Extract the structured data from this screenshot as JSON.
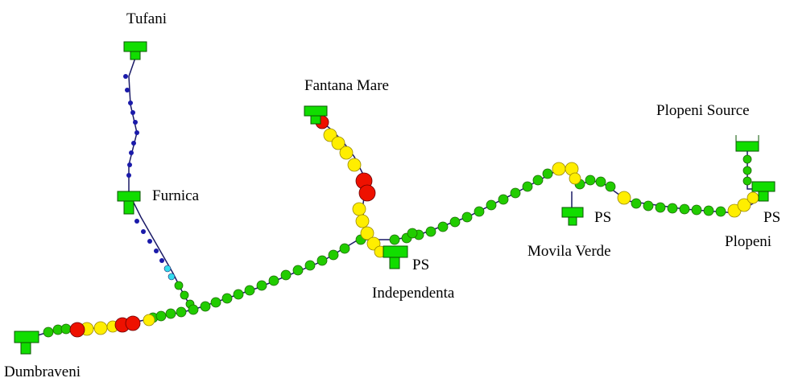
{
  "labels": {
    "tufani": "Tufani",
    "fantana_mare": "Fantana Mare",
    "plopeni_source": "Plopeni Source",
    "furnica": "Furnica",
    "ps_movila": "PS",
    "ps_plopeni": "PS",
    "ps_independenta": "PS",
    "movila_verde": "Movila Verde",
    "plopeni": "Plopeni",
    "independenta": "Independenta",
    "dumbraveni": "Dumbraveni"
  },
  "colors": {
    "ok": "#22cc00",
    "warn": "#ffee00",
    "critical": "#ee1100",
    "low": "#1a1aaa",
    "mid": "#33ddee",
    "pipe": "#1a1a66",
    "node": "#11dd00"
  }
}
